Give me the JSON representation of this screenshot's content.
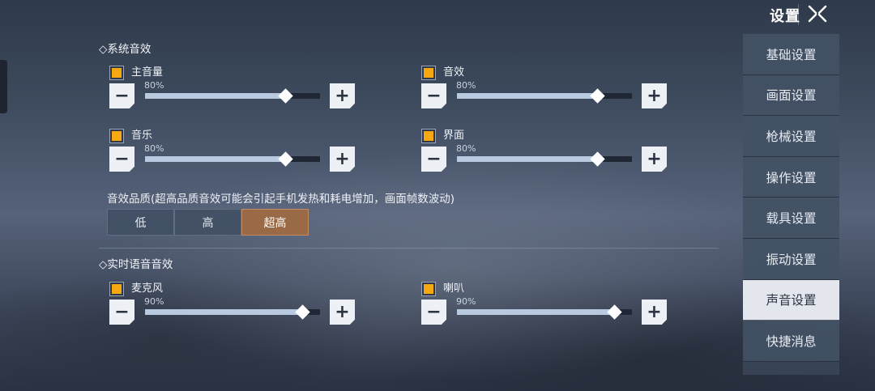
{
  "header": {
    "title": "设置",
    "close_icon": "close-x-icon"
  },
  "sidebar": {
    "items": [
      {
        "label": "基础设置",
        "active": false
      },
      {
        "label": "画面设置",
        "active": false
      },
      {
        "label": "枪械设置",
        "active": false
      },
      {
        "label": "操作设置",
        "active": false
      },
      {
        "label": "载具设置",
        "active": false
      },
      {
        "label": "振动设置",
        "active": false
      },
      {
        "label": "声音设置",
        "active": true
      },
      {
        "label": "快捷消息",
        "active": false
      }
    ]
  },
  "system_audio": {
    "title": "◇系统音效",
    "sliders": [
      {
        "label": "主音量",
        "value_text": "80%",
        "value": 80,
        "checked": true
      },
      {
        "label": "音效",
        "value_text": "80%",
        "value": 80,
        "checked": true
      },
      {
        "label": "音乐",
        "value_text": "80%",
        "value": 80,
        "checked": true
      },
      {
        "label": "界面",
        "value_text": "80%",
        "value": 80,
        "checked": true
      }
    ]
  },
  "quality": {
    "label": "音效品质(超高品质音效可能会引起手机发热和耗电增加，画面帧数波动)",
    "options": [
      "低",
      "高",
      "超高"
    ],
    "selected": "超高"
  },
  "voice_audio": {
    "title": "◇实时语音音效",
    "sliders": [
      {
        "label": "麦克风",
        "value_text": "90%",
        "value": 90,
        "checked": true
      },
      {
        "label": "喇叭",
        "value_text": "90%",
        "value": 90,
        "checked": true
      }
    ]
  },
  "controls": {
    "minus": "−",
    "plus": "+"
  },
  "colors": {
    "accent_checkbox": "#f5a80f",
    "selected_quality": "#9a6a47",
    "active_tab": "#e3e7ed"
  }
}
